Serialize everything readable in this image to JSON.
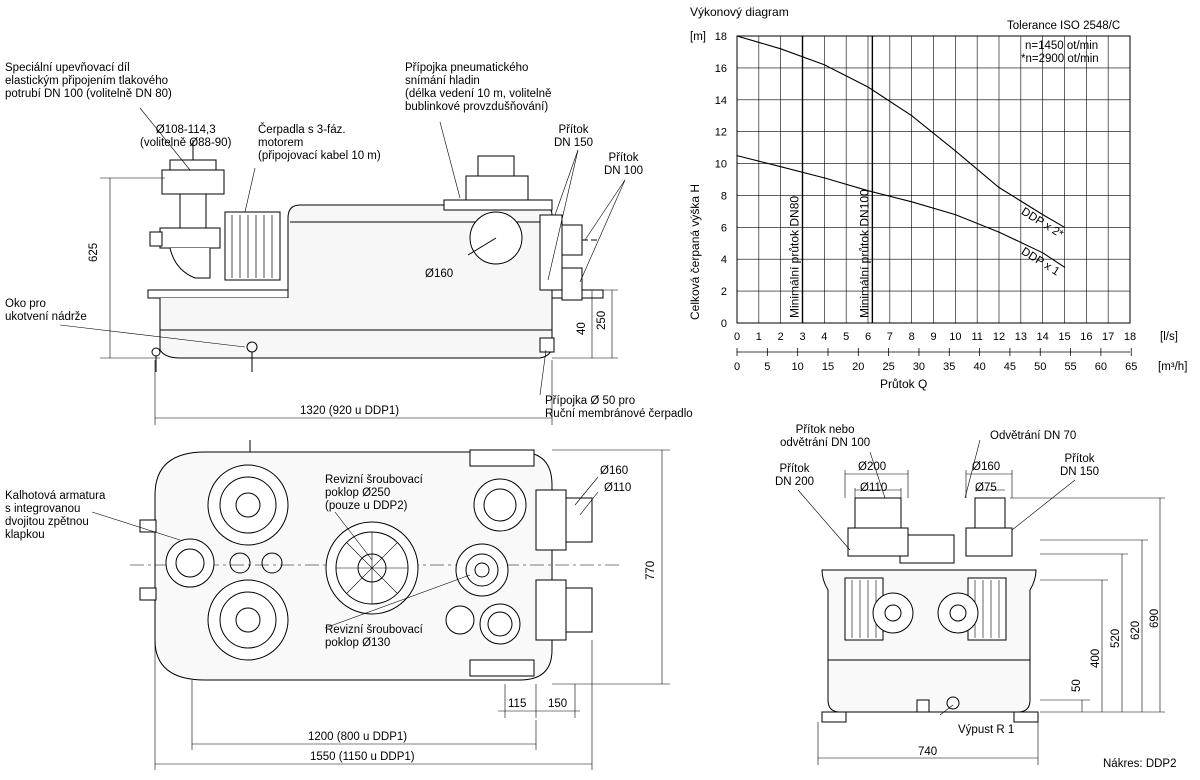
{
  "side_view": {
    "label_fixing": [
      "Speciální upevňovací díl",
      "elastickým připojením tlakového",
      "potrubí DN 100 (volitelně DN 80)"
    ],
    "label_diameter_flange": [
      "Ø108-114,3",
      "(volitelně Ø88-90)"
    ],
    "label_pump": [
      "Čerpadla s 3-fáz.",
      "motorem",
      "(připojovací kabel 10 m)"
    ],
    "label_pneumatic": [
      "Přípojka pneumatického",
      "snímání hladin",
      "(délka vedení 10 m, volitelně",
      "bublinkové provzdušňování)"
    ],
    "label_inlet_dn150": [
      "Přítok",
      "DN 150"
    ],
    "label_inlet_dn100": [
      "Přítok",
      "DN 100"
    ],
    "label_d160": "Ø160",
    "label_anchor": [
      "Oko pro",
      "ukotvení nádrže"
    ],
    "label_manual": [
      "Přípojka Ø 50 pro",
      "Ruční membránové čerpadlo"
    ],
    "dim_height": "625",
    "dim_40": "40",
    "dim_250": "250",
    "dim_length": "1320 (920 u DDP1)"
  },
  "top_view": {
    "label_valve": [
      "Kalhotová armatura",
      "s integrovanou",
      "dvojitou zpětnou",
      "klapkou"
    ],
    "label_cover250": [
      "Revizní šroubovací",
      "poklop Ø250",
      "(pouze u DDP2)"
    ],
    "label_cover130": [
      "Revizní šroubovací",
      "poklop Ø130"
    ],
    "label_d160": "Ø160",
    "label_d110": "Ø110",
    "dim_770": "770",
    "dim_115": "115",
    "dim_150": "150",
    "dim_1200": "1200 (800 u DDP1)",
    "dim_1550": "1550 (1150 u DDP1)"
  },
  "front_view": {
    "label_inlet_vent": [
      "Přítok nebo",
      "odvětrání DN 100"
    ],
    "label_vent70": "Odvětrání DN 70",
    "label_inlet200": [
      "Přítok",
      "DN 200"
    ],
    "label_inlet150": [
      "Přítok",
      "DN 150"
    ],
    "label_d200": "Ø200",
    "label_d110": "Ø110",
    "label_d160": "Ø160",
    "label_d75": "Ø75",
    "label_outlet": "Výpust R 1",
    "dim_740": "740",
    "dim_50": "50",
    "dim_400": "400",
    "dim_520": "520",
    "dim_620": "620",
    "dim_690": "690",
    "drawing_note": "Nákres: DDP2"
  },
  "chart_data": {
    "type": "line",
    "title": "Výkonový diagram",
    "subtitle": "Tolerance ISO 2548/C",
    "notes": [
      "n=1450 ot/min",
      "*n=2900 ot/min"
    ],
    "ylabel": "Celková čerpaná výška H",
    "y_unit": "[m]",
    "ylim": [
      0,
      18
    ],
    "y_ticks": [
      0,
      2,
      4,
      6,
      8,
      10,
      12,
      14,
      16,
      18
    ],
    "xlabel": "Průtok Q",
    "x_unit": "[l/s]",
    "xlim": [
      0,
      18
    ],
    "x_ticks": [
      0,
      1,
      2,
      3,
      4,
      5,
      6,
      7,
      8,
      9,
      10,
      11,
      12,
      13,
      14,
      15,
      16,
      17,
      18
    ],
    "x2_unit": "[m³/h]",
    "x2_ticks": [
      0,
      5,
      10,
      15,
      20,
      25,
      30,
      35,
      40,
      45,
      50,
      55,
      60,
      65
    ],
    "grid": true,
    "series": [
      {
        "name": "DDP x 2*",
        "x": [
          0,
          2,
          4,
          6,
          8,
          10,
          12,
          14,
          15
        ],
        "y": [
          18,
          17.2,
          16.2,
          14.8,
          13,
          10.8,
          8.5,
          6.8,
          6
        ]
      },
      {
        "name": "DDP x 1",
        "x": [
          0,
          2,
          4,
          6,
          8,
          10,
          12,
          14,
          15
        ],
        "y": [
          10.5,
          9.8,
          9.1,
          8.3,
          7.6,
          6.8,
          5.7,
          4.4,
          3.5
        ]
      }
    ],
    "annotations": [
      {
        "text": "Minimální průtok DN80",
        "x": 3
      },
      {
        "text": "Minimální průtok DN100",
        "x": 6.2
      }
    ]
  }
}
